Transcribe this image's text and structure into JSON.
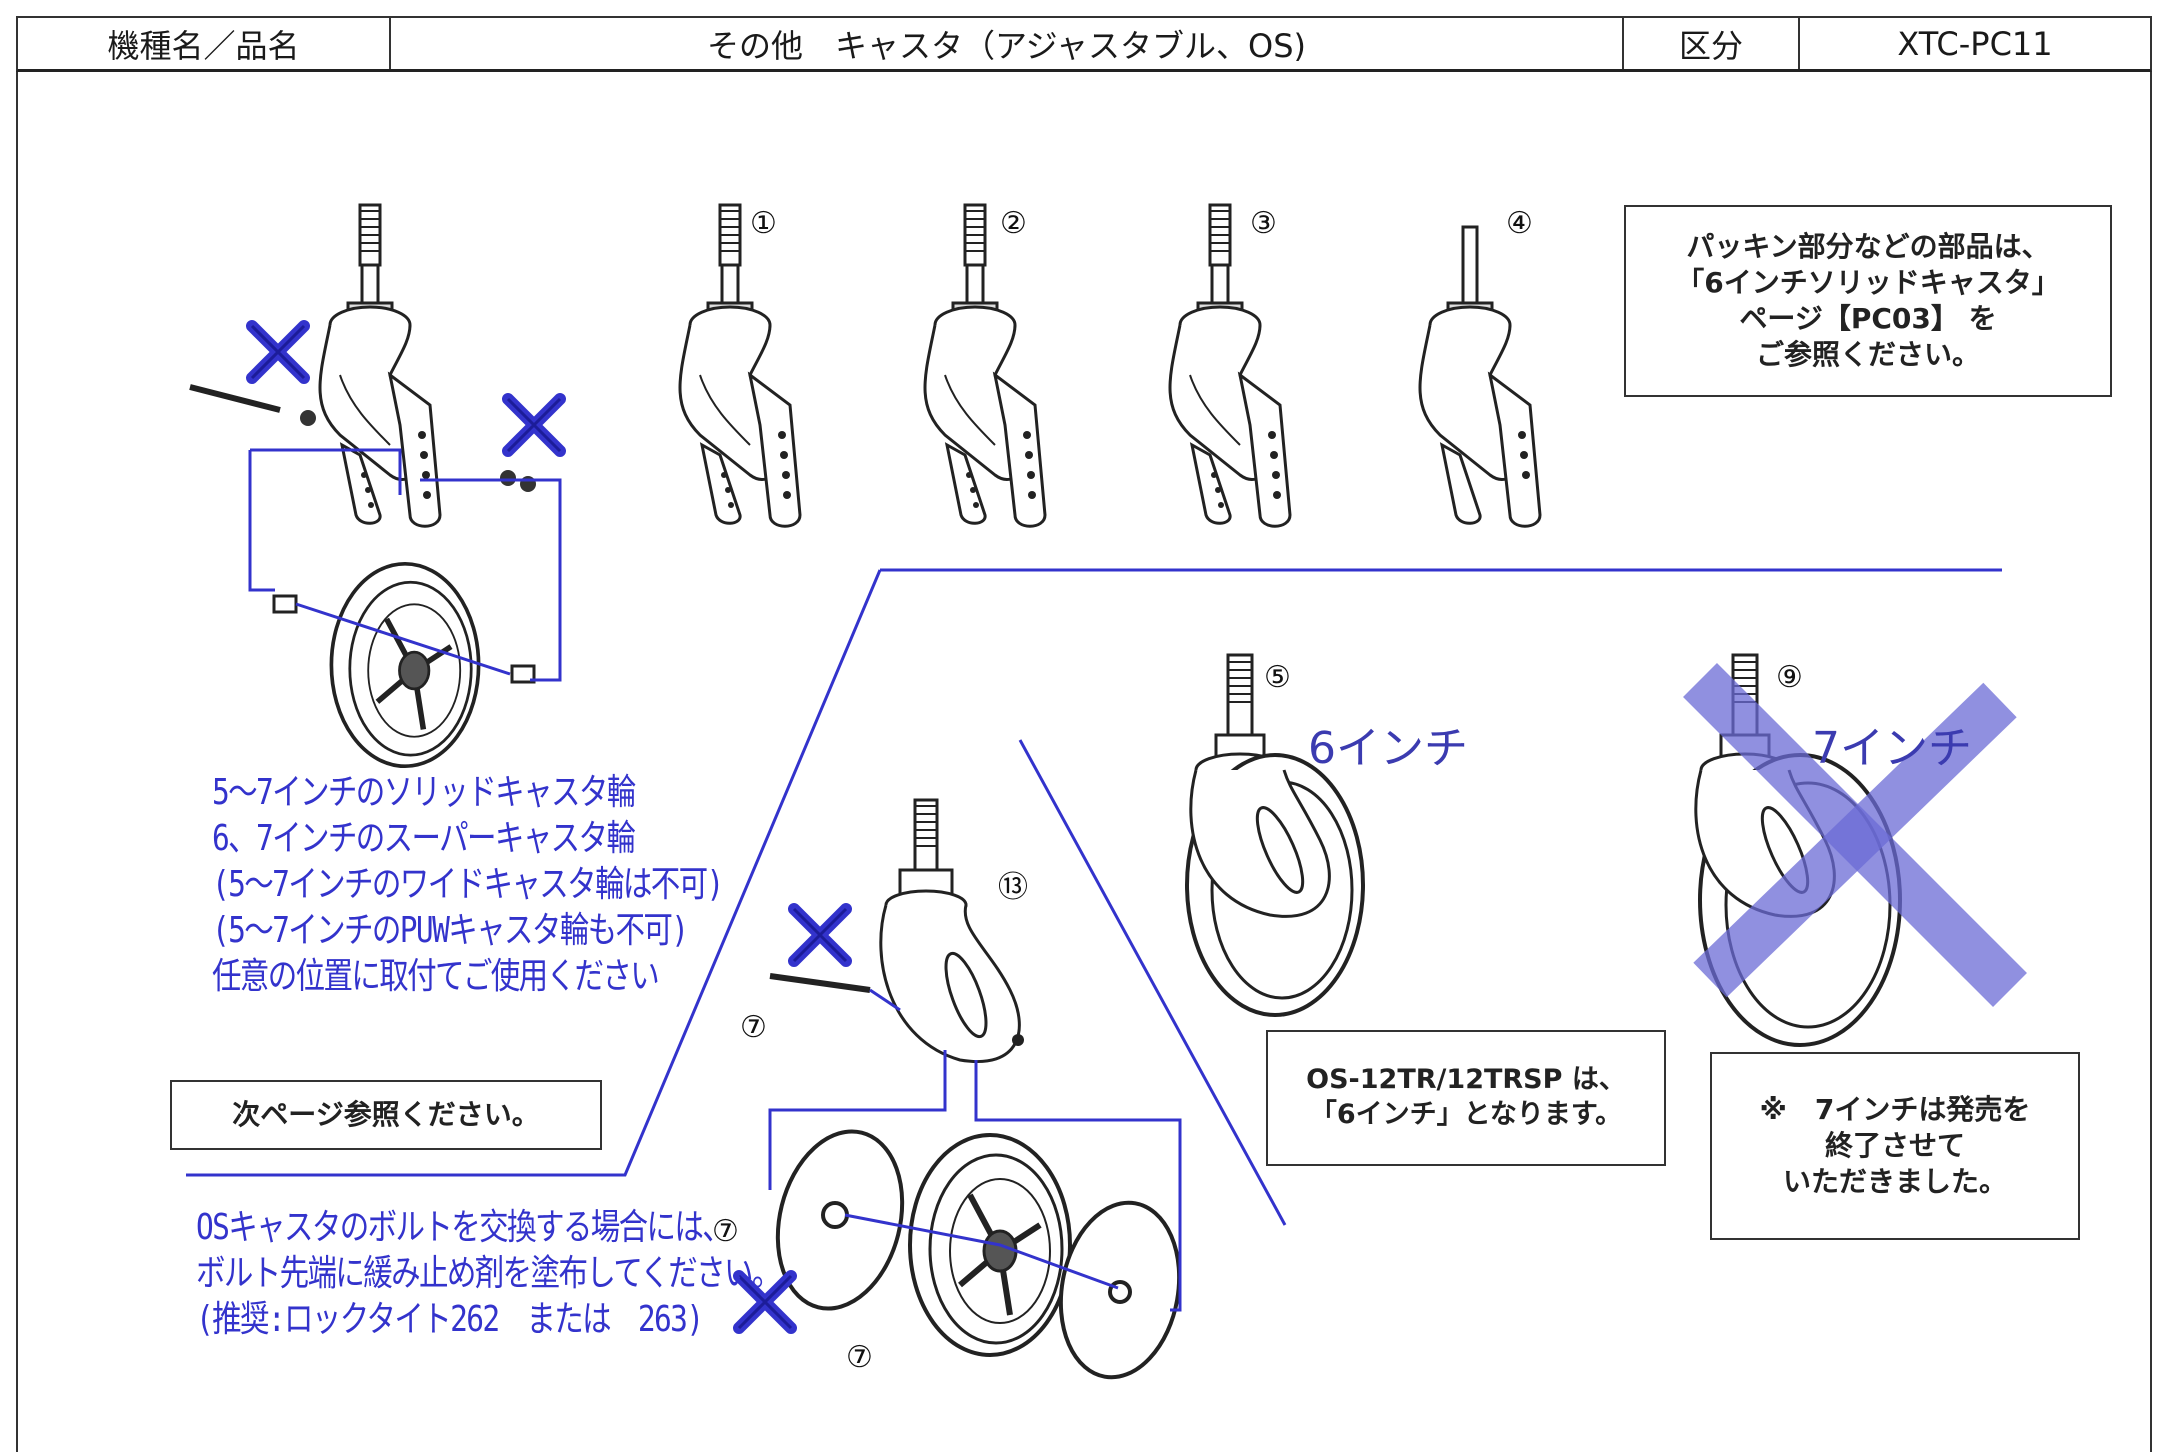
{
  "header": {
    "model_label": "機種名／品名",
    "title": "その他　キャスタ（アジャスタブル、OS)",
    "category_label": "区分",
    "code": "XTC-PC11"
  },
  "markers": {
    "m1": "①",
    "m2": "②",
    "m3": "③",
    "m4": "④",
    "m5": "⑤",
    "m7a": "⑦",
    "m7b": "⑦",
    "m7c": "⑦",
    "m9": "⑨",
    "m13": "⑬"
  },
  "packing_note": {
    "lines": [
      "パッキン部分などの部品は、",
      "「6インチソリッドキャスタ」",
      "ページ【PC03】 を",
      "ご参照ください。"
    ]
  },
  "compat_note": {
    "lines": [
      "5～7インチのソリッドキャスタ輪",
      "6、7インチのスーパーキャスタ輪",
      "(5～7インチのワイドキャスタ輪は不可)",
      "(5～7インチのPUWキャスタ輪も不可)",
      "任意の位置に取付てご使用ください"
    ]
  },
  "next_page_note": "次ページ参照ください。",
  "bolt_note": {
    "lines": [
      "OSキャスタのボルトを交換する場合には、",
      "ボルト先端に緩み止め剤を塗布してください。",
      "(推奨:ロックタイト262　または　263)"
    ]
  },
  "size_labels": {
    "six_inch": "6インチ",
    "seven_inch": "7インチ"
  },
  "os_note": {
    "lines": [
      "OS-12TR/12TRSP は、",
      "「6インチ」となります。"
    ]
  },
  "discontinued_note": {
    "lines": [
      "※　7インチは発売を",
      "終了させて",
      "いただきました。"
    ]
  },
  "colors": {
    "accent_blue": "#3333cc",
    "cross_fill": "#6b6bd6",
    "line": "#222222"
  }
}
